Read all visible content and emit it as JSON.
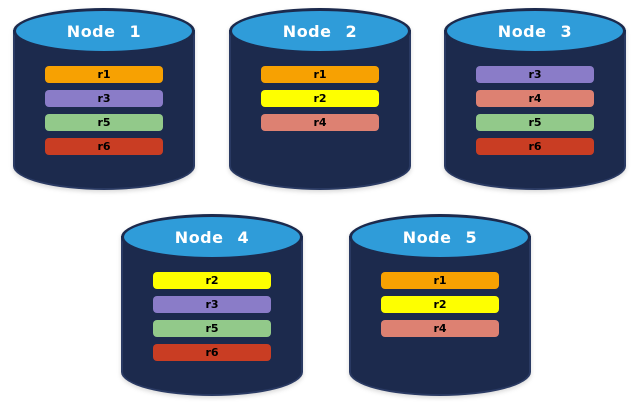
{
  "diagram": {
    "description": "Five database node cylinders holding replicated records r1-r6",
    "background_color": "#ffffff",
    "node_style": {
      "body_color": "#1C2A4D",
      "outline_color": "#2A3A63",
      "top_color": "#2F9CD9",
      "label_color": "#FFFFFF",
      "bar_text_color": "#000000"
    },
    "replica_colors": {
      "r1": "#F7A102",
      "r2": "#FEFF00",
      "r3": "#8A7CC8",
      "r4": "#DD8172",
      "r5": "#92C98A",
      "r6": "#C93D23"
    },
    "nodes": [
      {
        "label": "Node 1",
        "replicas": [
          "r1",
          "r3",
          "r5",
          "r6"
        ]
      },
      {
        "label": "Node 2",
        "replicas": [
          "r1",
          "r2",
          "r4"
        ]
      },
      {
        "label": "Node 3",
        "replicas": [
          "r3",
          "r4",
          "r5",
          "r6"
        ]
      },
      {
        "label": "Node 4",
        "replicas": [
          "r2",
          "r3",
          "r5",
          "r6"
        ]
      },
      {
        "label": "Node 5",
        "replicas": [
          "r1",
          "r2",
          "r4"
        ]
      }
    ]
  }
}
